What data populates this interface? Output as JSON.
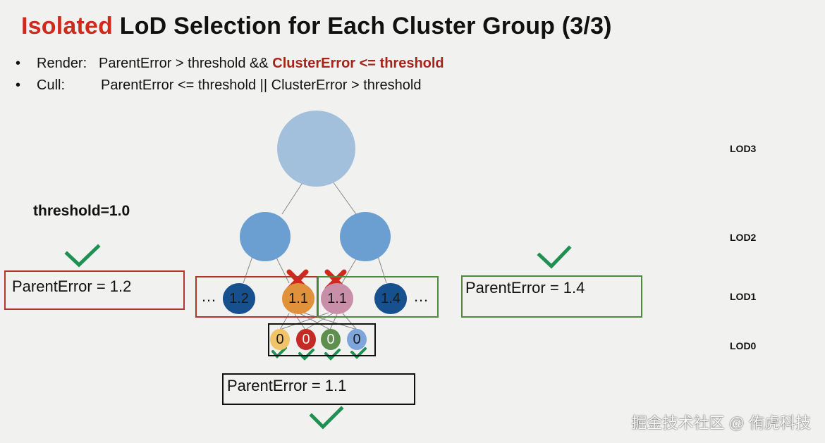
{
  "title": {
    "accent": "Isolated",
    "rest": "LoD Selection for Each Cluster Group (3/3)"
  },
  "bullets": [
    {
      "label": "Render:",
      "text_plain": "ParentError > threshold &&",
      "text_red": "ClusterError <= threshold"
    },
    {
      "label": "Cull:",
      "text_plain": "ParentError <= threshold || ClusterError > threshold"
    }
  ],
  "bullet_symbol": "•",
  "threshold_label": "threshold=1.0",
  "lod_labels": [
    "LOD3",
    "LOD2",
    "LOD1",
    "LOD0"
  ],
  "lod1_nodes": [
    "1.2",
    "1.1",
    "1.1",
    "1.4"
  ],
  "lod0_nodes": [
    "0",
    "0",
    "0",
    "0"
  ],
  "ellipsis": "…",
  "parent_error_boxes": {
    "left": "ParentError = 1.2",
    "right": "ParentError = 1.4",
    "bottom": "ParentError = 1.1"
  },
  "watermark": "掘金技术社区 @ 侑虎科技",
  "colors": {
    "accent_red": "#cf2a1c",
    "box_red": "#b1362a",
    "box_green": "#4e8a3c",
    "check_green": "#1f8f52",
    "cross_red": "#d2281e"
  }
}
